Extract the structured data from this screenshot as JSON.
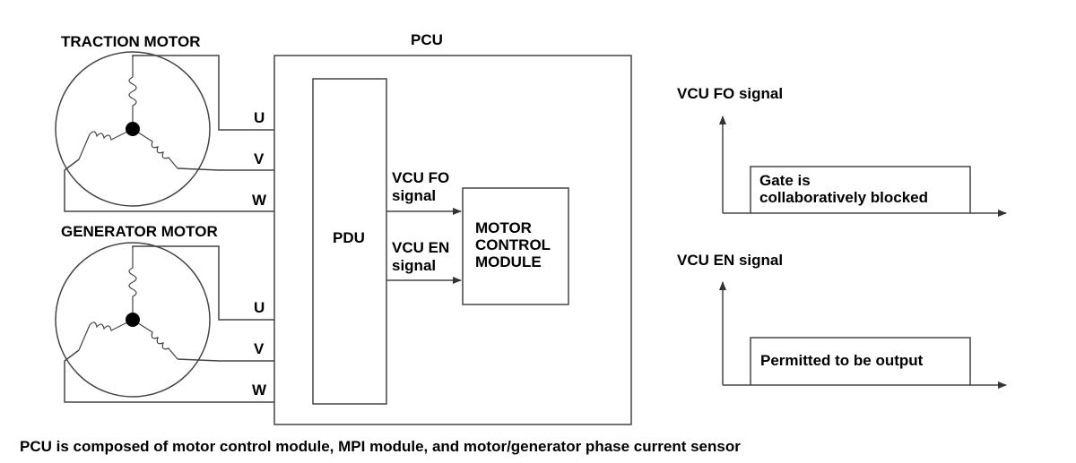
{
  "labels": {
    "traction_motor": "TRACTION MOTOR",
    "generator_motor": "GENERATOR MOTOR",
    "pcu": "PCU",
    "pdu": "PDU",
    "phase_u": "U",
    "phase_v": "V",
    "phase_w": "W",
    "vcu_fo_line1": "VCU FO",
    "vcu_fo_line2": "signal",
    "vcu_en_line1": "VCU EN",
    "vcu_en_line2": "signal",
    "mcm_line1": "MOTOR",
    "mcm_line2": "CONTROL",
    "mcm_line3": "MODULE"
  },
  "fo_graph": {
    "title": "VCU FO signal",
    "box_line1": "Gate is",
    "box_line2": "collaboratively blocked"
  },
  "en_graph": {
    "title": "VCU EN signal",
    "box_line1": "Permitted to be output"
  },
  "caption": "PCU is composed of motor control module, MPI module, and motor/generator phase current sensor"
}
